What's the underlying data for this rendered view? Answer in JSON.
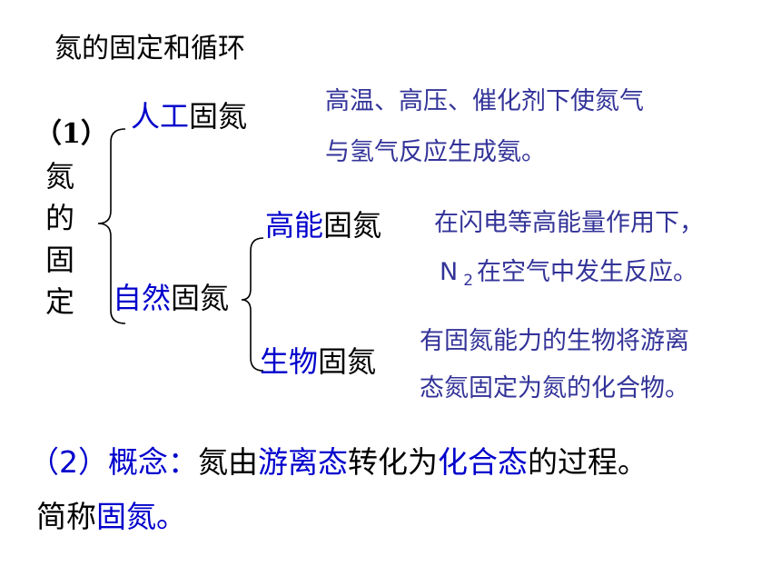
{
  "title": "氮的固定和循环",
  "section1": {
    "number": "（1）",
    "vertical_chars": [
      "氮",
      "的",
      "固",
      "定"
    ],
    "artificial": {
      "prefix": "人工",
      "suffix": "固氮",
      "note_line1": "高温、高压、催化剂下使氮气",
      "note_line2": "与氢气反应生成氨。"
    },
    "natural": {
      "prefix": "自然",
      "suffix": "固氮",
      "high_energy": {
        "prefix": "高能",
        "suffix": "固氮",
        "note_line1": "在闪电等高能量作用下，",
        "note_line2_formula": "N",
        "note_line2_subscript": "2",
        "note_line2_rest": "在空气中发生反应。"
      },
      "biological": {
        "prefix": "生物",
        "suffix": "固氮",
        "note_line1": "有固氮能力的生物将游离",
        "note_line2": "态氮固定为氮的化合物。"
      }
    }
  },
  "section2": {
    "label": "（2）概念：",
    "text_a": "氮由",
    "highlight_a": "游离态",
    "text_b": "转化为",
    "highlight_b": "化合态",
    "text_c": "的过程。",
    "line2_prefix": "简称",
    "line2_highlight": "固氮。"
  },
  "colors": {
    "text": "#000000",
    "highlight": "#0000cc",
    "note": "#333399"
  }
}
